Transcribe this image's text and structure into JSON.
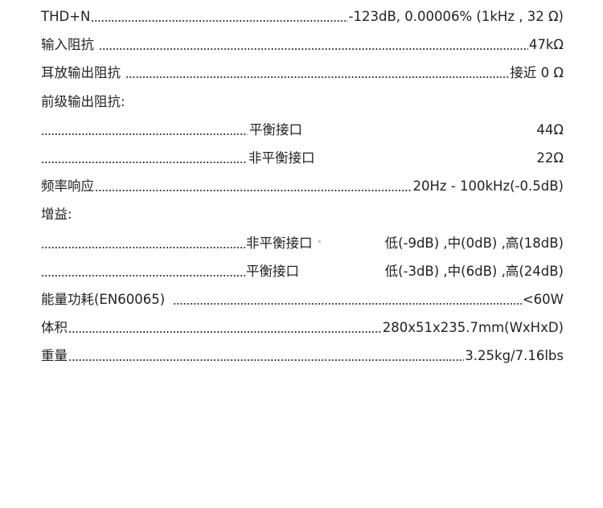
{
  "specs": {
    "thd": {
      "label": "THD+N",
      "value": "-123dB, 0.00006% (1kHz , 32 Ω)"
    },
    "input_impedance": {
      "label": "输入阻抗",
      "value": "47kΩ"
    },
    "headphone_output_impedance": {
      "label": "耳放输出阻抗",
      "value": "接近 0 Ω"
    },
    "preamp_heading": "前级输出阻抗:",
    "preamp_balanced": {
      "label": "平衡接口",
      "value": "44Ω"
    },
    "preamp_unbalanced": {
      "label": "非平衡接口",
      "value": "22Ω"
    },
    "frequency_response": {
      "label": "频率响应",
      "value": "20Hz - 100kHz(-0.5dB)"
    },
    "gain_heading": "增益:",
    "gain_unbalanced": {
      "label": "非平衡接口",
      "value": "低(-9dB) ,中(0dB) ,高(18dB)"
    },
    "gain_balanced": {
      "label": "平衡接口",
      "value": "低(-3dB) ,中(6dB) ,高(24dB)"
    },
    "power_consumption": {
      "label": "能量功耗(EN60065)",
      "value": "<60W"
    },
    "dimensions": {
      "label": "体积",
      "value": "280x51x235.7mm(WxHxD)"
    },
    "weight": {
      "label": "重量",
      "value": "3.25kg/7.16lbs"
    }
  }
}
